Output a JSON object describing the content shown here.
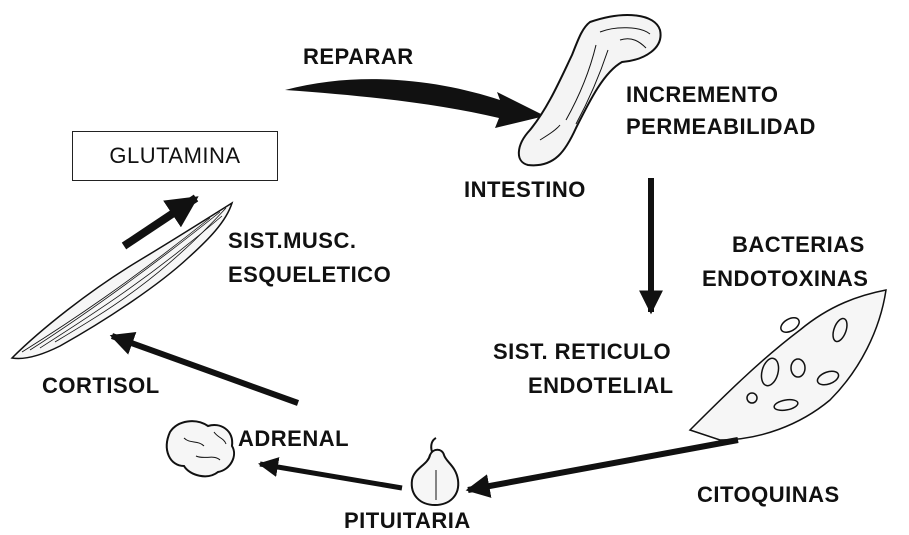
{
  "labels": {
    "reparar": "REPARAR",
    "incremento_1": "INCREMENTO",
    "incremento_2": "PERMEABILIDAD",
    "glutamina": "GLUTAMINA",
    "intestino": "INTESTINO",
    "musc_1": "SIST.MUSC.",
    "musc_2": "ESQUELETICO",
    "bacterias_1": "BACTERIAS",
    "bacterias_2": "ENDOTOXINAS",
    "ret_1": "SIST. RETICULO",
    "ret_2": "ENDOTELIAL",
    "cortisol": "CORTISOL",
    "adrenal": "ADRENAL",
    "citoquinas": "CITOQUINAS",
    "pituitaria": "PITUITARIA"
  },
  "colors": {
    "ink": "#111111",
    "background": "#ffffff"
  }
}
